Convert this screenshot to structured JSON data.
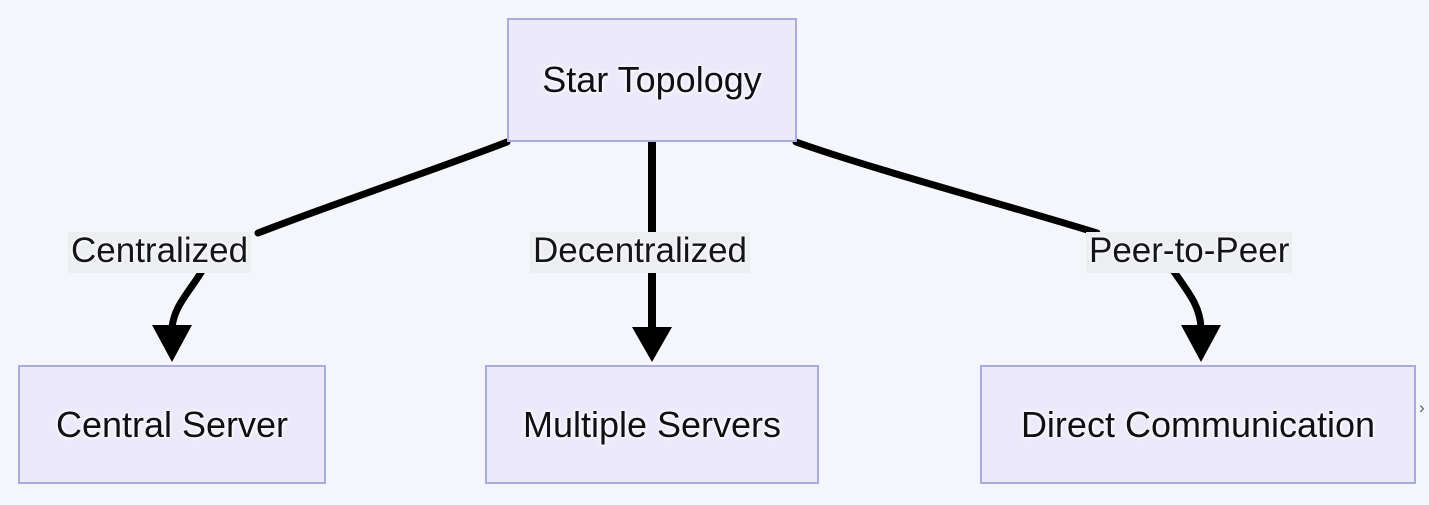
{
  "diagram": {
    "title": "Star Topology",
    "type": "tree-flowchart",
    "background_color": "#f4f6fb",
    "node_fill_color": "#eceafa",
    "node_border_color": "#a7aede",
    "edge_color": "#000000",
    "label_background_color": "#eceeef",
    "text_color": "#0f0f14",
    "root": {
      "id": "star-topology",
      "label": "Star Topology"
    },
    "edges": [
      {
        "id": "edge-centralized",
        "label": "Centralized",
        "from": "star-topology",
        "to": "central-server",
        "style": "curved-with-arrowhead"
      },
      {
        "id": "edge-decentralized",
        "label": "Decentralized",
        "from": "star-topology",
        "to": "multiple-servers",
        "style": "straight-with-arrowhead"
      },
      {
        "id": "edge-peer-to-peer",
        "label": "Peer-to-Peer",
        "from": "star-topology",
        "to": "direct-communication",
        "style": "curved-with-arrowhead"
      }
    ],
    "leaves": [
      {
        "id": "central-server",
        "label": "Central Server"
      },
      {
        "id": "multiple-servers",
        "label": "Multiple Servers"
      },
      {
        "id": "direct-communication",
        "label": "Direct Communication"
      }
    ],
    "artifact": {
      "glyph": "›"
    }
  }
}
